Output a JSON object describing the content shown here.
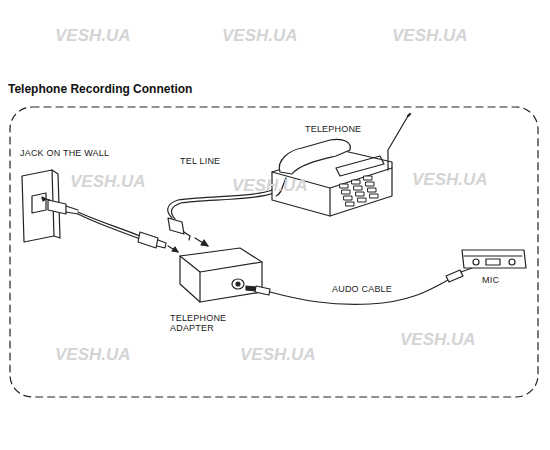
{
  "diagram": {
    "title": "Telephone Recording Connetion",
    "labels": [
      "JACK ON THE WALL",
      "TEL LINE",
      "TELEPHONE",
      "AUDO CABLE",
      "TELEPHONE ADAPTER",
      "MIC",
      "VESH.UA",
      "VESH.UA",
      "VESH.UA",
      "VESH.UA",
      "VESH.UA",
      "VESH.UA",
      "VESH.UA",
      "VESH.UA",
      "VESH.UA"
    ]
  }
}
